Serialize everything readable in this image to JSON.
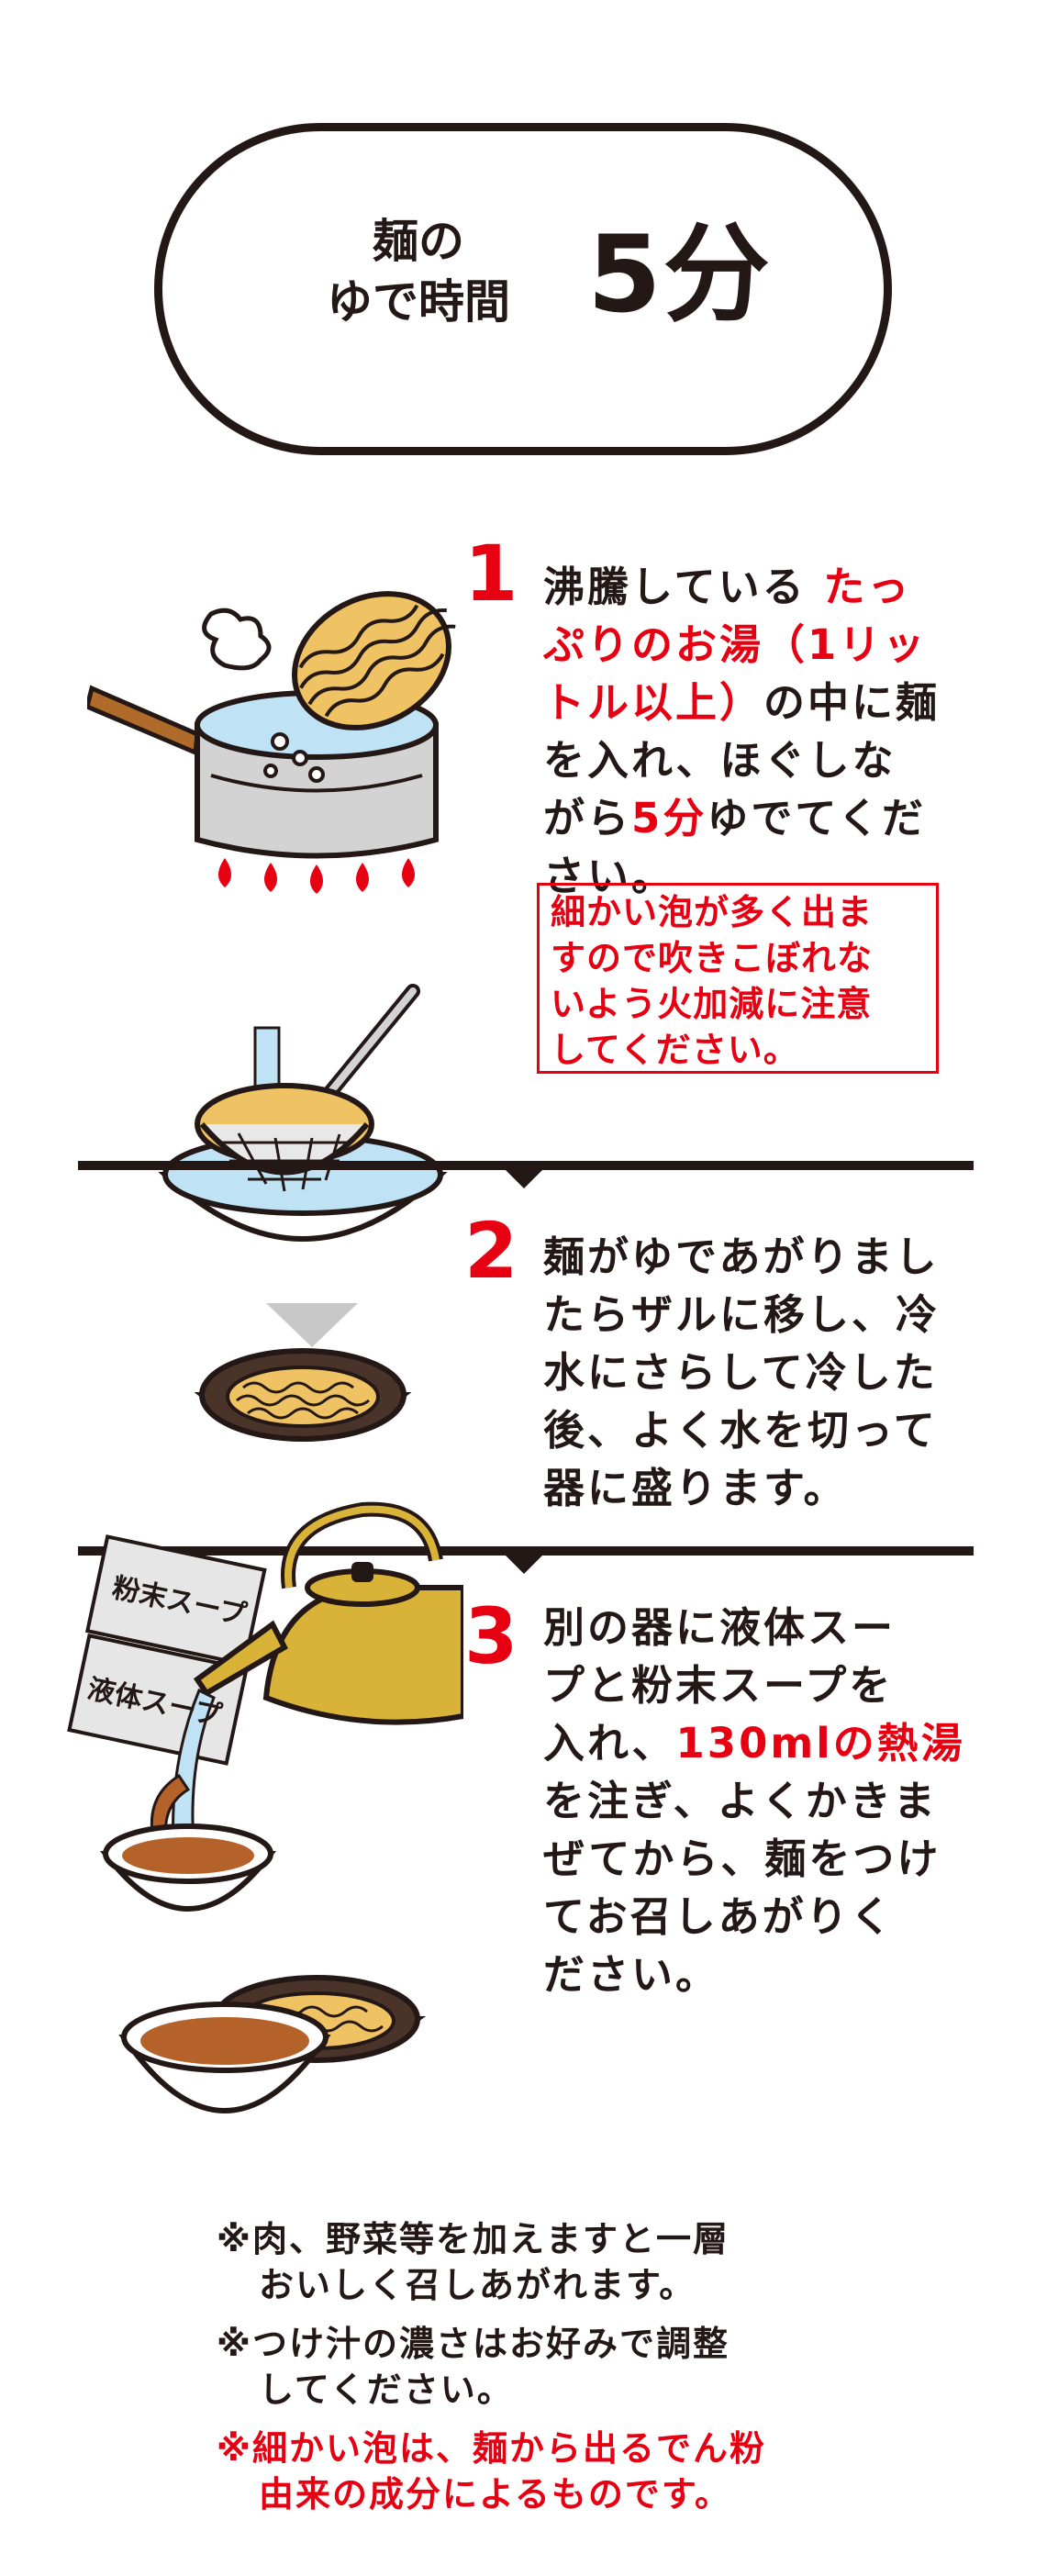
{
  "header": {
    "title_line1": "麺の",
    "title_line2": "ゆで時間",
    "time": "5分"
  },
  "steps": [
    {
      "number": "1",
      "text": [
        [
          {
            "t": "沸騰している "
          },
          {
            "t": "たっ",
            "red": true
          }
        ],
        [
          {
            "t": "ぷりのお湯（1リッ",
            "red": true
          }
        ],
        [
          {
            "t": "トル以上）",
            "red": true
          },
          {
            "t": "の中に麺"
          }
        ],
        [
          {
            "t": "を入れ、ほぐしな"
          }
        ],
        [
          {
            "t": "がら"
          },
          {
            "t": "5分",
            "red": true
          },
          {
            "t": "ゆでてくだ"
          }
        ],
        [
          {
            "t": "さい。"
          }
        ]
      ],
      "warning": [
        "細かい泡が多く出ま",
        "すので吹きこぼれな",
        "いよう火加減に注意",
        "してください。"
      ]
    },
    {
      "number": "2",
      "text": [
        [
          {
            "t": "麺がゆであがりまし"
          }
        ],
        [
          {
            "t": "たらザルに移し、冷"
          }
        ],
        [
          {
            "t": "水にさらして冷した"
          }
        ],
        [
          {
            "t": "後、よく水を切って"
          }
        ],
        [
          {
            "t": "器に盛ります。"
          }
        ]
      ]
    },
    {
      "number": "3",
      "text": [
        [
          {
            "t": "別の器に液体スー"
          }
        ],
        [
          {
            "t": "プと粉末スープを"
          }
        ],
        [
          {
            "t": "入れ、"
          },
          {
            "t": "130mlの熱湯",
            "red": true
          }
        ],
        [
          {
            "t": "を注ぎ、よくかきま"
          }
        ],
        [
          {
            "t": "ぜてから、麺をつけ"
          }
        ],
        [
          {
            "t": "てお召しあがりく"
          }
        ],
        [
          {
            "t": "ださい。"
          }
        ]
      ]
    }
  ],
  "packets": {
    "powder": "粉末スープ",
    "liquid": "液体スープ"
  },
  "notes": [
    {
      "lines": [
        "※肉、野菜等を加えますと一層",
        "おいしく召しあがれます。"
      ],
      "color": "#231815"
    },
    {
      "lines": [
        "※つけ汁の濃さはお好みで調整",
        "してください。"
      ],
      "color": "#231815"
    },
    {
      "lines": [
        "※細かい泡は、麺から出るでん粉",
        "由来の成分によるものです。"
      ],
      "color": "#e60012"
    }
  ],
  "colors": {
    "text": "#231815",
    "accent": "#e60012",
    "noodle": "#efc363",
    "water": "#bfe3f5",
    "kettle": "#d9b238",
    "soup": "#b5622a",
    "pot_gray": "#d3d3d3",
    "handle": "#b06a2a"
  }
}
